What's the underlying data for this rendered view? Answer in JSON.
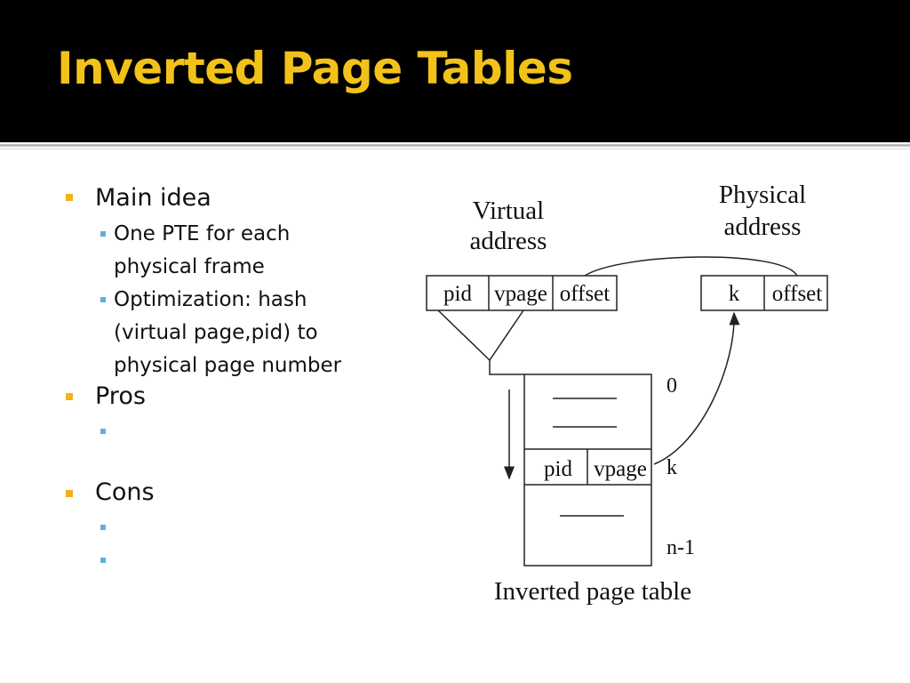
{
  "slide": {
    "title": "Inverted Page Tables",
    "accent_color": "#f2c21b",
    "title_bar_color": "#000000"
  },
  "bullets": {
    "main_idea": "Main idea",
    "main_sub1": "One PTE for each physical frame",
    "main_sub2": "Optimization: hash (virtual page,pid) to physical page number",
    "pros": "Pros",
    "cons": "Cons"
  },
  "diagram": {
    "virtual_label_line1": "Virtual",
    "virtual_label_line2": "address",
    "physical_label_line1": "Physical",
    "physical_label_line2": "address",
    "va_fields": [
      "pid",
      "vpage",
      "offset"
    ],
    "pa_fields": [
      "k",
      "offset"
    ],
    "table_row_fields": [
      "pid",
      "vpage"
    ],
    "index_top": "0",
    "index_k": "k",
    "index_last": "n-1",
    "caption": "Inverted page table"
  }
}
